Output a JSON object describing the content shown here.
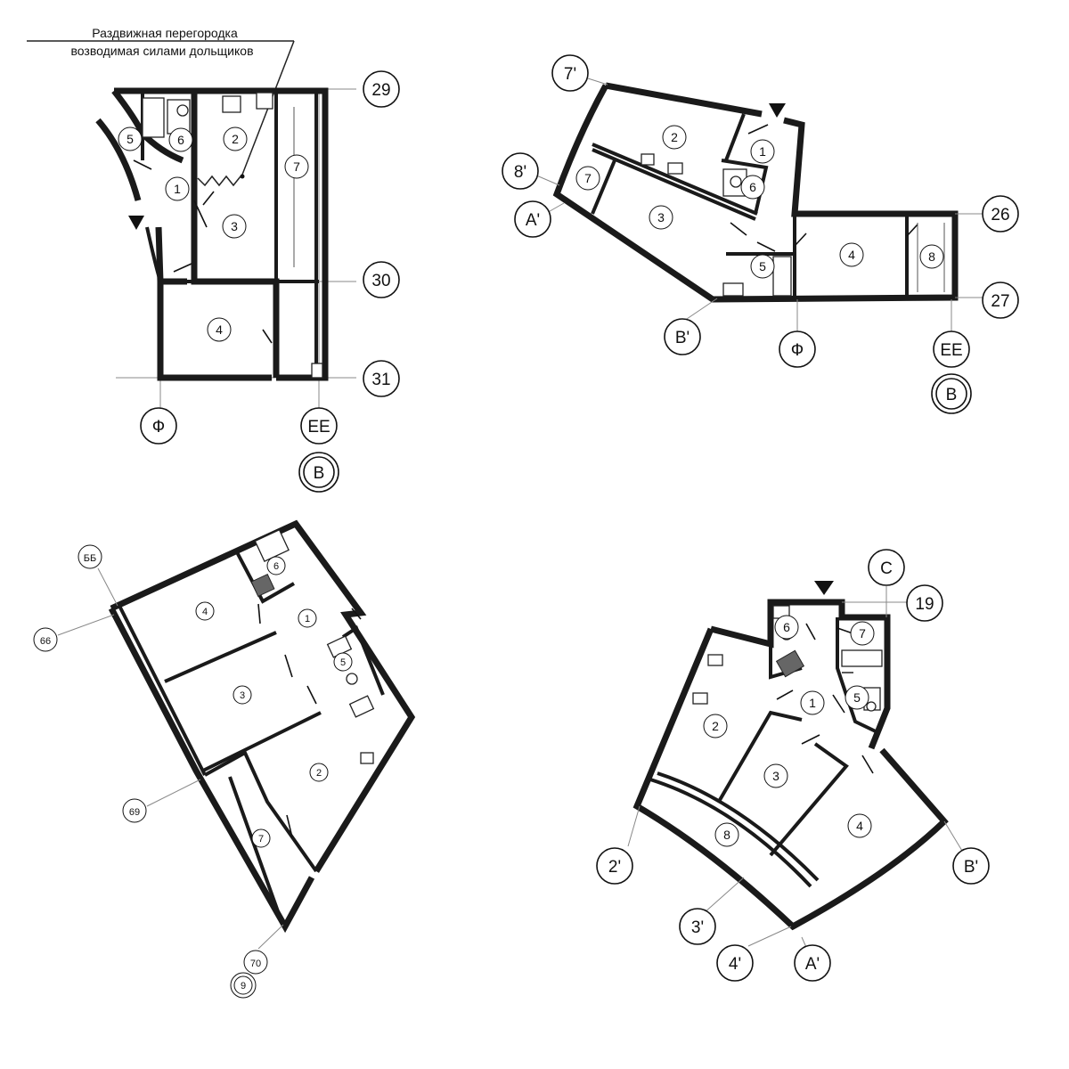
{
  "annotation": {
    "line1": "Раздвижная перегородка",
    "line2": "возводимая силами дольщиков"
  },
  "plan_a": {
    "axes": {
      "a29": "29",
      "a30": "30",
      "a31": "31",
      "phi": "Ф",
      "ee": "ЕЕ",
      "b": "В"
    },
    "rooms": [
      "1",
      "2",
      "3",
      "4",
      "5",
      "6",
      "7"
    ]
  },
  "plan_b": {
    "axes": {
      "a7p": "7'",
      "a8p": "8'",
      "aAp": "А'",
      "aBp": "В'",
      "a26": "26",
      "a27": "27",
      "phi": "Ф",
      "ee": "ЕЕ",
      "b": "В"
    },
    "rooms": [
      "1",
      "2",
      "3",
      "4",
      "5",
      "6",
      "7",
      "8"
    ]
  },
  "plan_c": {
    "axes": {
      "bb": "ББ",
      "a66": "66",
      "a69": "69",
      "a70": "70",
      "a9": "9"
    },
    "rooms": [
      "1",
      "2",
      "3",
      "4",
      "5",
      "6",
      "7"
    ]
  },
  "plan_d": {
    "axes": {
      "c": "С",
      "a19": "19",
      "a2p": "2'",
      "a3p": "3'",
      "a4p": "4'",
      "aAp": "А'",
      "aBp": "В'"
    },
    "rooms": [
      "1",
      "2",
      "3",
      "4",
      "5",
      "6",
      "7",
      "8"
    ]
  }
}
